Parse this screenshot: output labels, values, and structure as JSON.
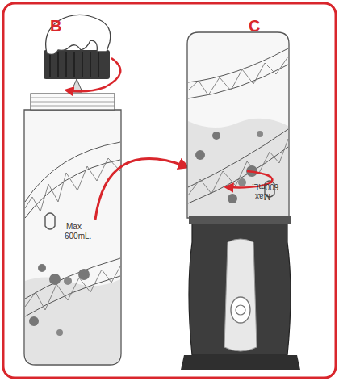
{
  "diagram": {
    "labels": [
      "B",
      "C",
      "Max",
      "600mL.",
      "Max",
      "600mL."
    ]
  }
}
